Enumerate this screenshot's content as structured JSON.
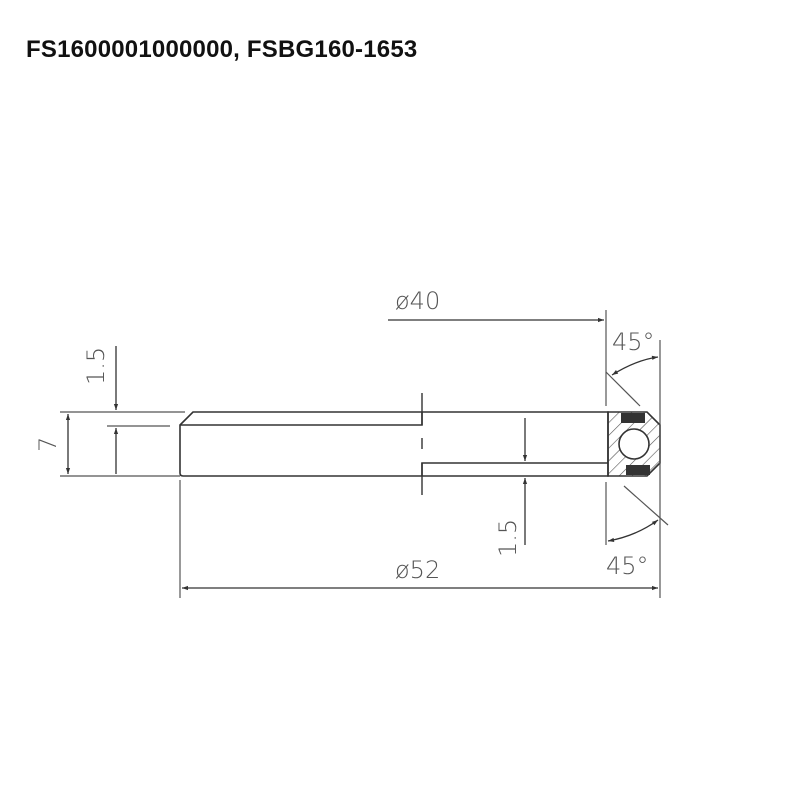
{
  "title": "FS1600001000000, FSBG160-1653",
  "drawing": {
    "type": "bearing cross-section technical drawing",
    "line_color": "#333333",
    "text_color": "#555555",
    "dimensions": {
      "inner_diameter": "ø40",
      "outer_diameter": "ø52",
      "height": "7",
      "top_chamfer": "1.5",
      "bottom_chamfer": "1.5",
      "top_angle": "45°",
      "bottom_angle": "45°"
    }
  }
}
